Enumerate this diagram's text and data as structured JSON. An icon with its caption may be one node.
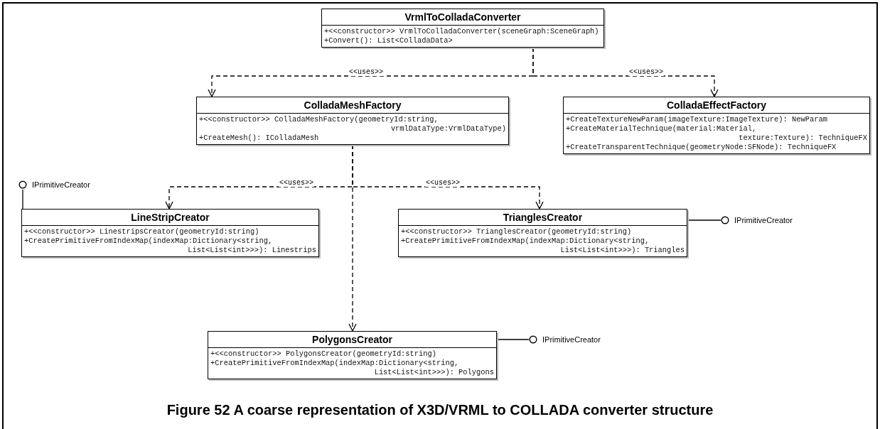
{
  "diagram": {
    "caption": "Figure 52 A coarse representation of X3D/VRML to COLLADA converter structure",
    "nodes": [
      {
        "text": [
          "VrmlToColladaConverter",
          "+<<constructor>> VrmlToColladaConverter(sceneGraph:SceneGraph)",
          "+Convert(): List<ColladaData>"
        ]
      },
      {
        "text": [
          "ColladaMeshFactory",
          "+<<constructor>> ColladaMeshFactory(geometryId:string, vrmlDataType:VrmlDataType)",
          "+CreateMesh(): IColladaMesh"
        ]
      },
      {
        "text": [
          "ColladaEffectFactory",
          "+CreateTextureNewParam(imageTexture:ImageTexture): NewParam",
          "+CreateMaterialTechnique(material:Material, texture:Texture): TechniqueFX",
          "+CreateTransparentTechnique(geometryNode:SFNode): TechniqueFX"
        ]
      },
      {
        "text": [
          "IPrimitiveCreator"
        ]
      },
      {
        "text": [
          "LineStripCreator",
          "+<<constructor>> LinestripsCreator(geometryId:string)",
          "+CreatePrimitiveFromIndexMap(indexMap:Dictionary<string, List<List<int>>>): Linestrips"
        ]
      },
      {
        "text": [
          "TrianglesCreator",
          "+<<constructor>> TrianglesCreator(geometryId:string)",
          "+CreatePrimitiveFromIndexMap(indexMap:Dictionary<string, List<List<int>>>): Triangles"
        ]
      },
      {
        "text": [
          "IPrimitiveCreator"
        ]
      },
      {
        "text": [
          "PolygonsCreator",
          "+<<constructor>> PolygonsCreator(geometryId:string)",
          "+CreatePrimitiveFromIndexMap(indexMap:Dictionary<string, List<List<int>>>): Polygons"
        ]
      },
      {
        "text": [
          "IPrimitiveCreator"
        ]
      }
    ],
    "edges": [
      {
        "from": 0,
        "to": 1,
        "arrow": "to",
        "style": "dashed",
        "label": "<<uses>>"
      },
      {
        "from": 0,
        "to": 2,
        "arrow": "to",
        "style": "dashed",
        "label": "<<uses>>"
      },
      {
        "from": 1,
        "to": 4,
        "arrow": "to",
        "style": "dashed",
        "label": "<<uses>>"
      },
      {
        "from": 1,
        "to": 5,
        "arrow": "to",
        "style": "dashed",
        "label": "<<uses>>"
      },
      {
        "from": 1,
        "to": 7,
        "arrow": "to",
        "style": "dashed"
      },
      {
        "from": 4,
        "to": 3,
        "arrow": "none"
      },
      {
        "from": 5,
        "to": 6,
        "arrow": "none"
      },
      {
        "from": 7,
        "to": 8,
        "arrow": "none"
      }
    ]
  }
}
